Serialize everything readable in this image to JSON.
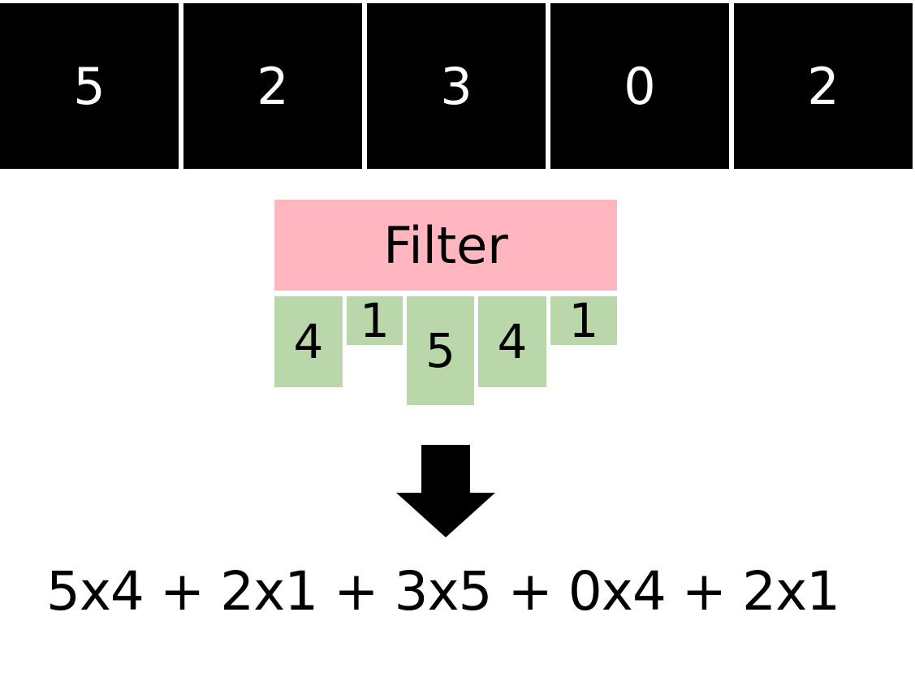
{
  "input_values": [
    "5",
    "2",
    "3",
    "0",
    "2"
  ],
  "filter": {
    "label": "Filter",
    "weights": [
      "4",
      "1",
      "5",
      "4",
      "1"
    ],
    "colors": {
      "filter_bg": "#ffb6bf",
      "weight_bg": "#b9d7a8"
    }
  },
  "arrow_icon": "down-arrow-icon",
  "formula": "5x4 + 2x1 + 3x5 + 0x4 + 2x1"
}
